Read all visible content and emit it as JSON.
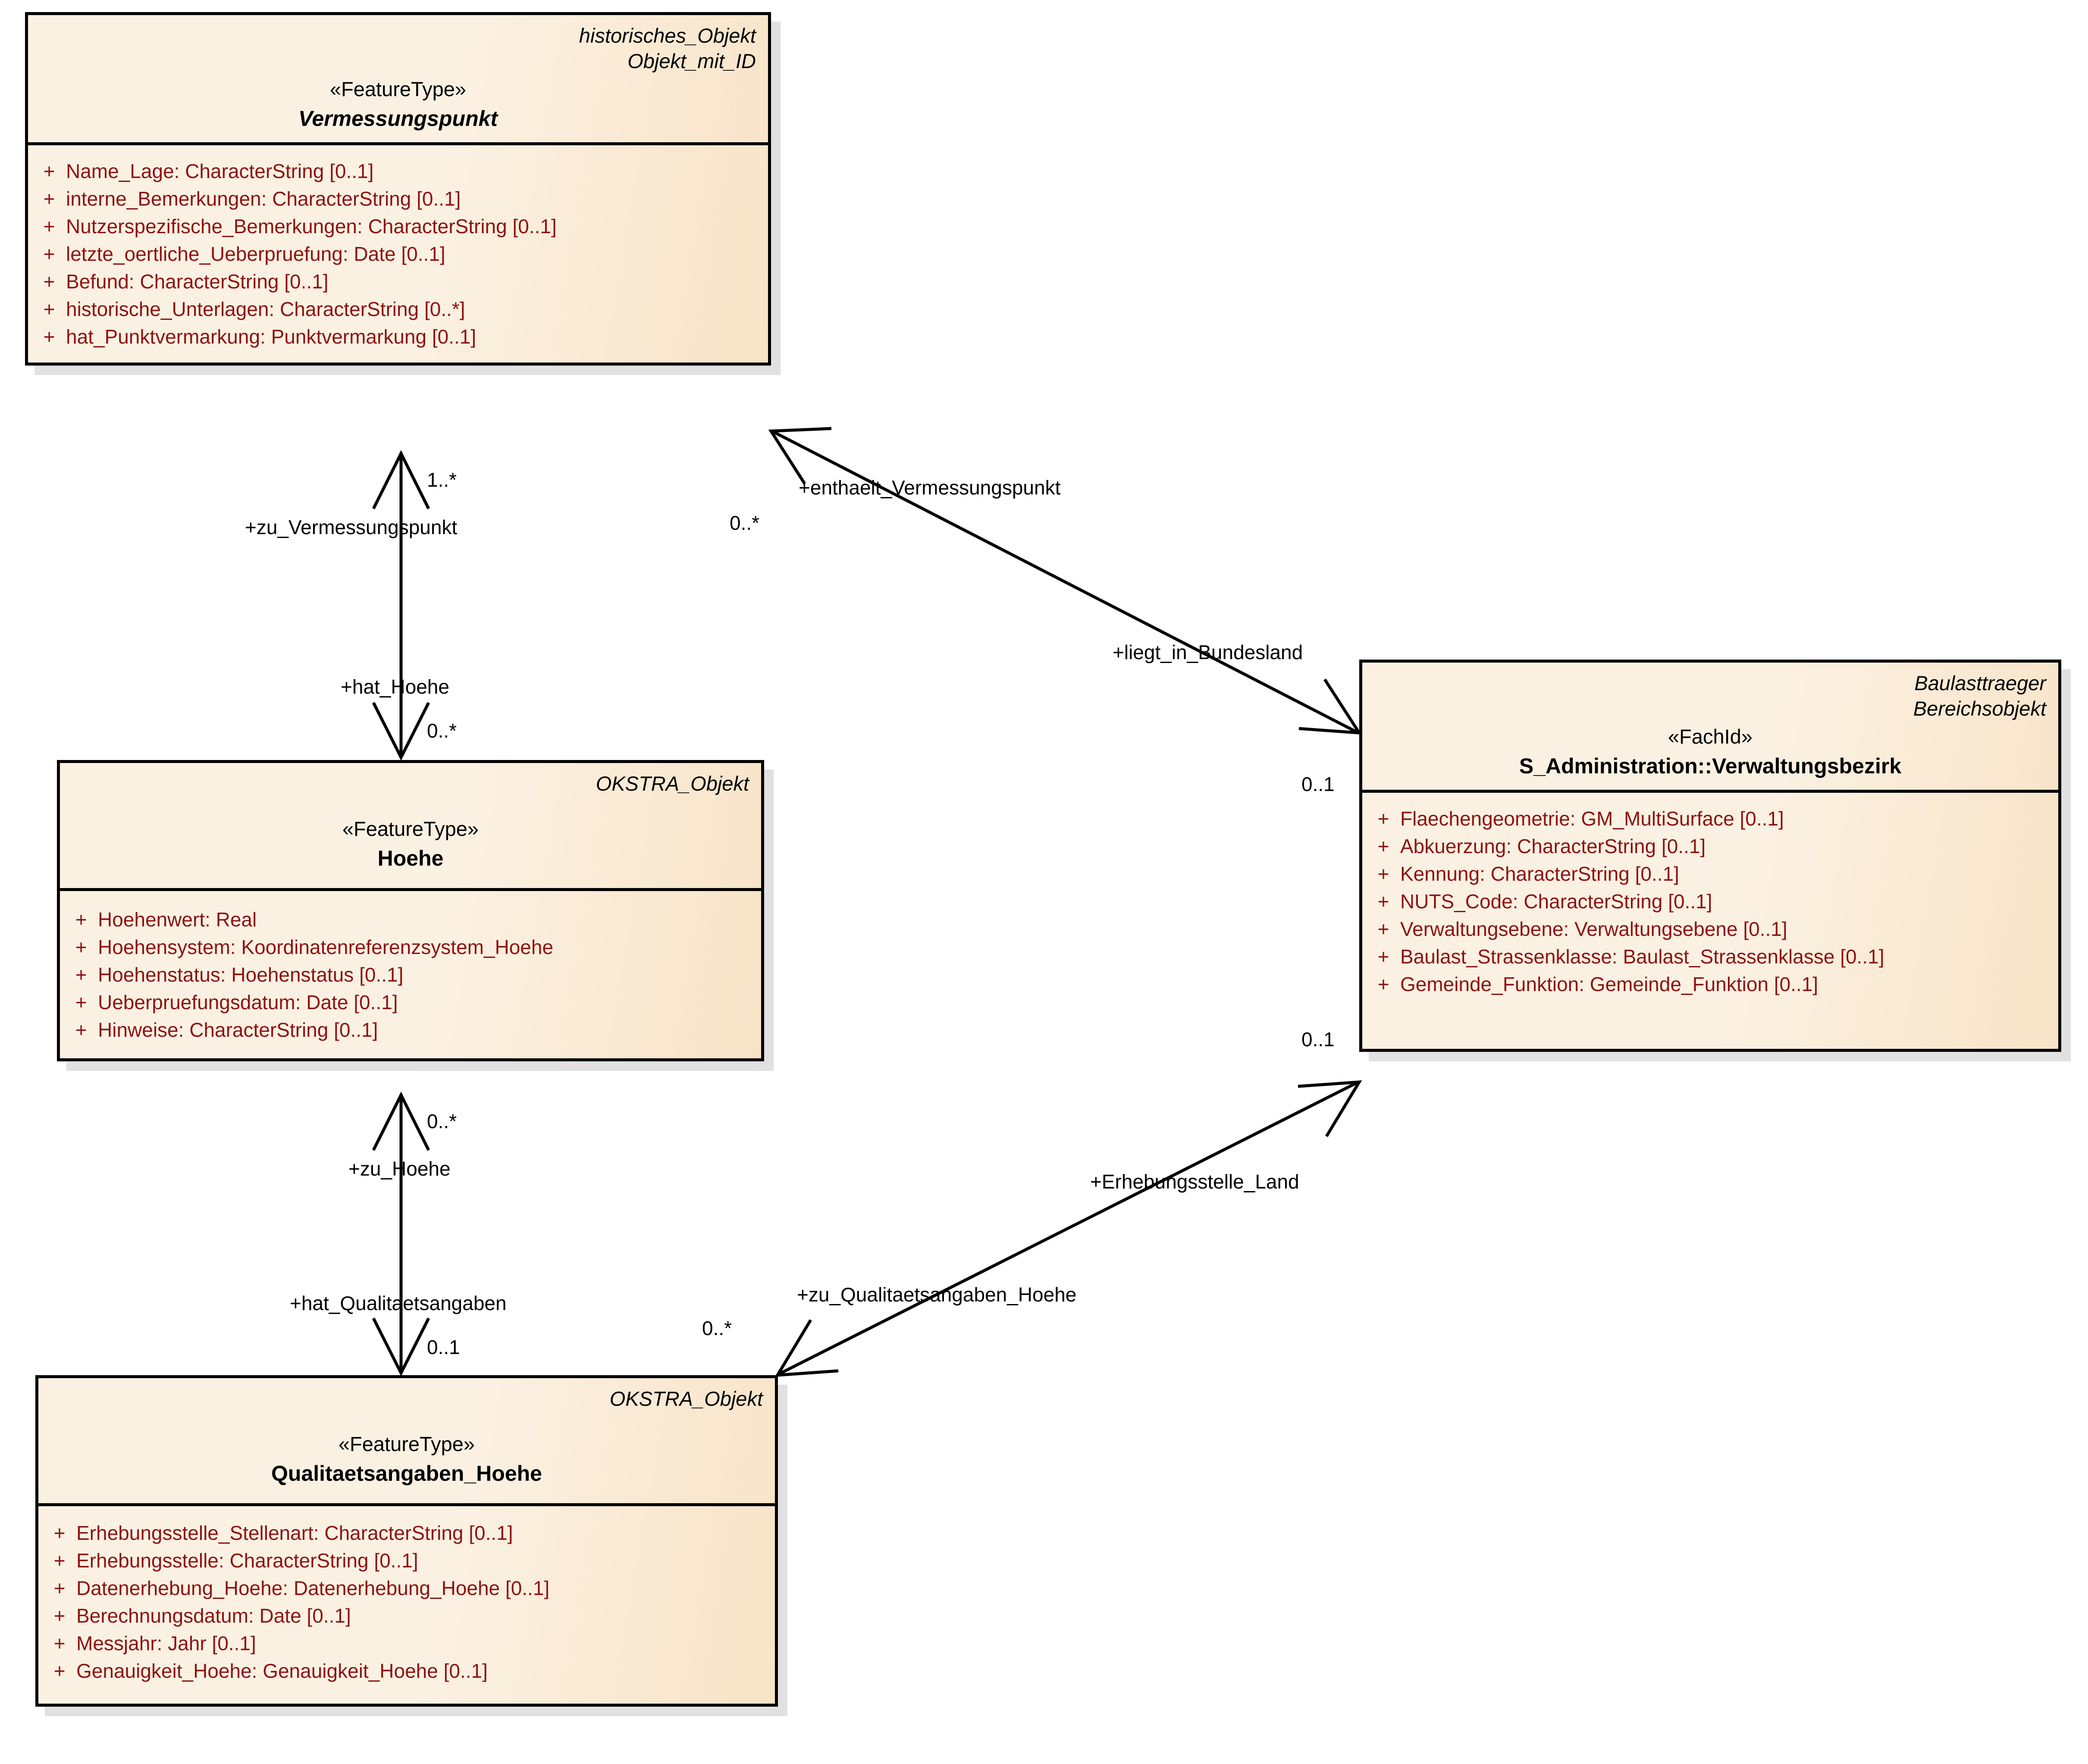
{
  "diagram": {
    "type": "uml-class-diagram",
    "background_color": "#ffffff",
    "class_fill_color": "#fbf1e3",
    "class_border_color": "#000000",
    "attribute_text_color": "#8d1212",
    "label_text_color": "#000000"
  },
  "classes": [
    {
      "id": "vermessungspunkt",
      "supertypes": [
        "historisches_Objekt",
        "Objekt_mit_ID"
      ],
      "stereotype": "«FeatureType»",
      "name": "Vermessungspunkt",
      "name_abstract": true,
      "attributes": [
        {
          "visibility": "+",
          "signature": "Name_Lage: CharacterString [0..1]"
        },
        {
          "visibility": "+",
          "signature": "interne_Bemerkungen: CharacterString [0..1]"
        },
        {
          "visibility": "+",
          "signature": "Nutzerspezifische_Bemerkungen: CharacterString [0..1]"
        },
        {
          "visibility": "+",
          "signature": "letzte_oertliche_Ueberpruefung: Date [0..1]"
        },
        {
          "visibility": "+",
          "signature": "Befund: CharacterString [0..1]"
        },
        {
          "visibility": "+",
          "signature": "historische_Unterlagen: CharacterString [0..*]"
        },
        {
          "visibility": "+",
          "signature": "hat_Punktvermarkung: Punktvermarkung [0..1]"
        }
      ]
    },
    {
      "id": "hoehe",
      "supertypes": [
        "OKSTRA_Objekt"
      ],
      "stereotype": "«FeatureType»",
      "name": "Hoehe",
      "name_abstract": false,
      "attributes": [
        {
          "visibility": "+",
          "signature": "Hoehenwert: Real"
        },
        {
          "visibility": "+",
          "signature": "Hoehensystem: Koordinatenreferenzsystem_Hoehe"
        },
        {
          "visibility": "+",
          "signature": "Hoehenstatus: Hoehenstatus [0..1]"
        },
        {
          "visibility": "+",
          "signature": "Ueberpruefungsdatum: Date [0..1]"
        },
        {
          "visibility": "+",
          "signature": "Hinweise: CharacterString [0..1]"
        }
      ]
    },
    {
      "id": "verwaltungsbezirk",
      "supertypes": [
        "Baulasttraeger",
        "Bereichsobjekt"
      ],
      "stereotype": "«FachId»",
      "name": "S_Administration::Verwaltungsbezirk",
      "name_abstract": false,
      "attributes": [
        {
          "visibility": "+",
          "signature": "Flaechengeometrie: GM_MultiSurface [0..1]"
        },
        {
          "visibility": "+",
          "signature": "Abkuerzung: CharacterString [0..1]"
        },
        {
          "visibility": "+",
          "signature": "Kennung: CharacterString [0..1]"
        },
        {
          "visibility": "+",
          "signature": "NUTS_Code: CharacterString [0..1]"
        },
        {
          "visibility": "+",
          "signature": "Verwaltungsebene: Verwaltungsebene [0..1]"
        },
        {
          "visibility": "+",
          "signature": "Baulast_Strassenklasse: Baulast_Strassenklasse [0..1]"
        },
        {
          "visibility": "+",
          "signature": "Gemeinde_Funktion: Gemeinde_Funktion [0..1]"
        }
      ]
    },
    {
      "id": "qualitaetsangaben_hoehe",
      "supertypes": [
        "OKSTRA_Objekt"
      ],
      "stereotype": "«FeatureType»",
      "name": "Qualitaetsangaben_Hoehe",
      "name_abstract": false,
      "attributes": [
        {
          "visibility": "+",
          "signature": "Erhebungsstelle_Stellenart: CharacterString [0..1]"
        },
        {
          "visibility": "+",
          "signature": "Erhebungsstelle: CharacterString [0..1]"
        },
        {
          "visibility": "+",
          "signature": "Datenerhebung_Hoehe: Datenerhebung_Hoehe [0..1]"
        },
        {
          "visibility": "+",
          "signature": "Berechnungsdatum: Date [0..1]"
        },
        {
          "visibility": "+",
          "signature": "Messjahr: Jahr [0..1]"
        },
        {
          "visibility": "+",
          "signature": "Genauigkeit_Hoehe: Genauigkeit_Hoehe [0..1]"
        }
      ]
    }
  ],
  "associations": [
    {
      "id": "assoc-vermessungspunkt-hoehe",
      "from": "hoehe",
      "to": "vermessungspunkt",
      "target_role": "+zu_Vermessungspunkt",
      "target_multiplicity": "1..*",
      "source_role": "+hat_Hoehe",
      "source_multiplicity": "0..*"
    },
    {
      "id": "assoc-vermessungspunkt-verwaltungsbezirk",
      "from": "vermessungspunkt",
      "to": "verwaltungsbezirk",
      "source_role": "+enthaelt_Vermessungspunkt",
      "source_multiplicity": "0..*",
      "target_role": "+liegt_in_Bundesland",
      "target_multiplicity": "0..1"
    },
    {
      "id": "assoc-hoehe-qualitaetsangaben",
      "from": "qualitaetsangaben_hoehe",
      "to": "hoehe",
      "target_role": "+zu_Hoehe",
      "target_multiplicity": "0..*",
      "source_role": "+hat_Qualitaetsangaben",
      "source_multiplicity": "0..1"
    },
    {
      "id": "assoc-qualitaetsangaben-verwaltungsbezirk",
      "from": "qualitaetsangaben_hoehe",
      "to": "verwaltungsbezirk",
      "target_role": "+Erhebungsstelle_Land",
      "target_multiplicity": "0..1",
      "source_role": "+zu_Qualitaetsangaben_Hoehe",
      "source_multiplicity": "0..*"
    }
  ]
}
